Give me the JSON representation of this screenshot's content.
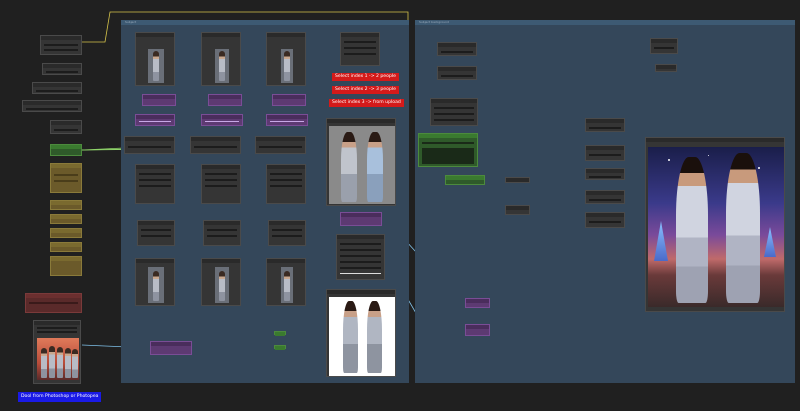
{
  "canvas": {
    "left_group_title": "Subject",
    "right_group_title": "Subject background"
  },
  "labels": {
    "select_1": "Select index 1 -> 2 people",
    "select_2": "Select index 2 -> 3 people",
    "select_3": "Select index 3 -> from upload",
    "doodle_button": "Dool from Photoshop or Photopea"
  },
  "colors": {
    "canvas_bg": "#202020",
    "group_bg": "#34475a",
    "tag_red": "#d41a1a",
    "button_blue": "#1a1ae6"
  }
}
